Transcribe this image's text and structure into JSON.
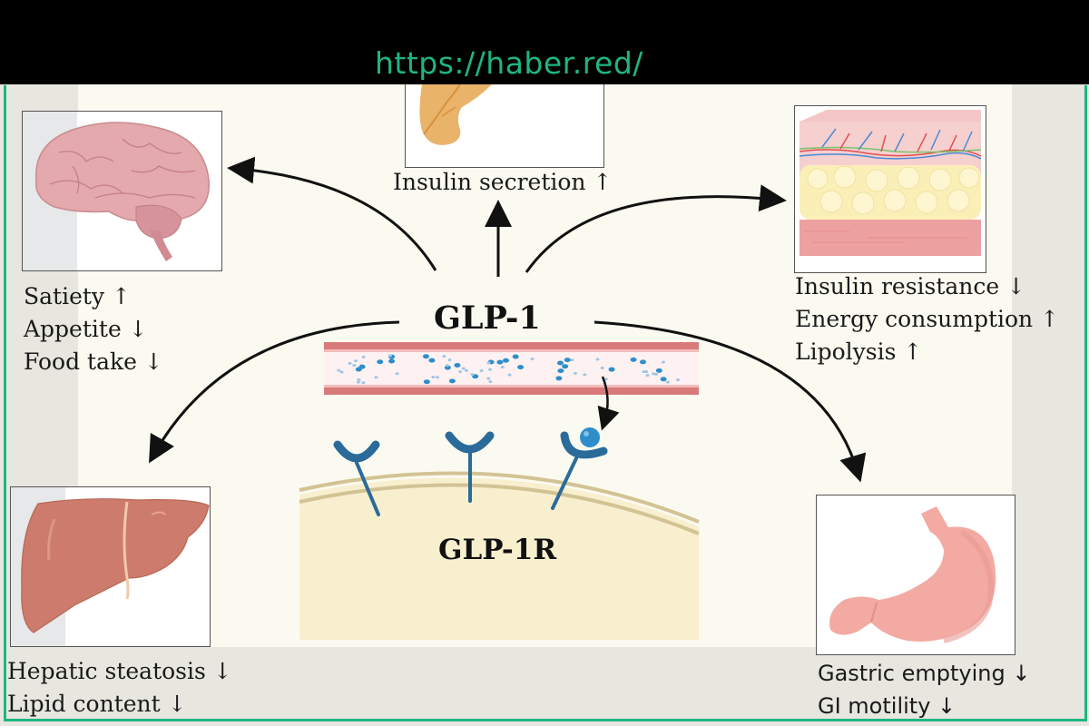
{
  "banner": {
    "url": "https://haber.red/"
  },
  "diagram": {
    "center_label": "GLP-1",
    "receptor_label": "GLP-1R",
    "targets": {
      "pancreas": {
        "organ": "pancreas",
        "effects": [
          "Insulin secretion ↑"
        ]
      },
      "brain": {
        "organ": "brain",
        "effects": [
          "Satiety ↑",
          "Appetite ↓",
          "Food take ↓"
        ]
      },
      "adipose": {
        "organ": "adipose-tissue",
        "effects": [
          "Insulin resistance ↓",
          "Energy consumption ↑",
          "Lipolysis ↑"
        ]
      },
      "liver": {
        "organ": "liver",
        "effects": [
          "Hepatic steatosis ↓",
          "Lipid content ↓"
        ]
      },
      "stomach": {
        "organ": "stomach",
        "effects": [
          "Gastric emptying ↓",
          "GI motility ↓"
        ]
      }
    }
  },
  "colors": {
    "accent": "#1db681",
    "background": "#fbfaf0",
    "receptor": "#2b6b9a",
    "glp1_dot": "#2e8ec9",
    "vessel": "#d97a7a"
  }
}
